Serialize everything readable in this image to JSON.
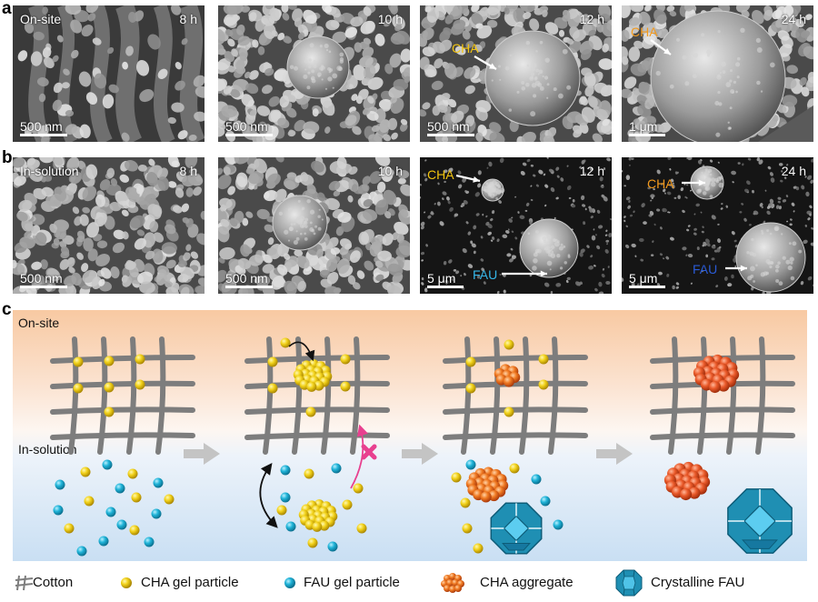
{
  "panels": {
    "a": "a",
    "b": "b",
    "c": "c"
  },
  "row_a": [
    {
      "condition": "On-site",
      "time": "8 h",
      "scale": "500 nm"
    },
    {
      "condition": "",
      "time": "10 h",
      "scale": "500 nm"
    },
    {
      "condition": "",
      "time": "12 h",
      "scale": "500 nm",
      "callout": "CHA"
    },
    {
      "condition": "",
      "time": "24 h",
      "scale": "1 μm",
      "callout": "CHA"
    }
  ],
  "row_b": [
    {
      "condition": "In-solution",
      "time": "8 h",
      "scale": "500 nm"
    },
    {
      "condition": "",
      "time": "10 h",
      "scale": "500 nm"
    },
    {
      "condition": "",
      "time": "12 h",
      "scale": "5 μm",
      "callout": "CHA",
      "callout2": "FAU"
    },
    {
      "condition": "",
      "time": "24 h",
      "scale": "5 μm",
      "callout": "CHA",
      "callout2": "FAU"
    }
  ],
  "schematic": {
    "onsite_label": "On-site",
    "insolution_label": "In-solution"
  },
  "legend": {
    "cotton": "Cotton",
    "cha_gel": "CHA gel particle",
    "fau_gel": "FAU gel particle",
    "cha_aggregate": "CHA aggregate",
    "crystalline_fau": "Crystalline FAU"
  },
  "colors": {
    "cha_callout_yellow": "#f2c40f",
    "cha_callout_orange": "#f39a1d",
    "fau_callout_cyan": "#35b6e8",
    "fau_callout_blue": "#2a5bd6",
    "cha_particle": "#f2d21b",
    "fau_particle": "#1fb3d8",
    "cha_aggregate": "#f07a22",
    "crystalline_fau": "#1f8fb3",
    "fiber": "#7d7d7d",
    "blocked_arrow": "#e8408f",
    "process_arrow": "#c4c4c4"
  }
}
